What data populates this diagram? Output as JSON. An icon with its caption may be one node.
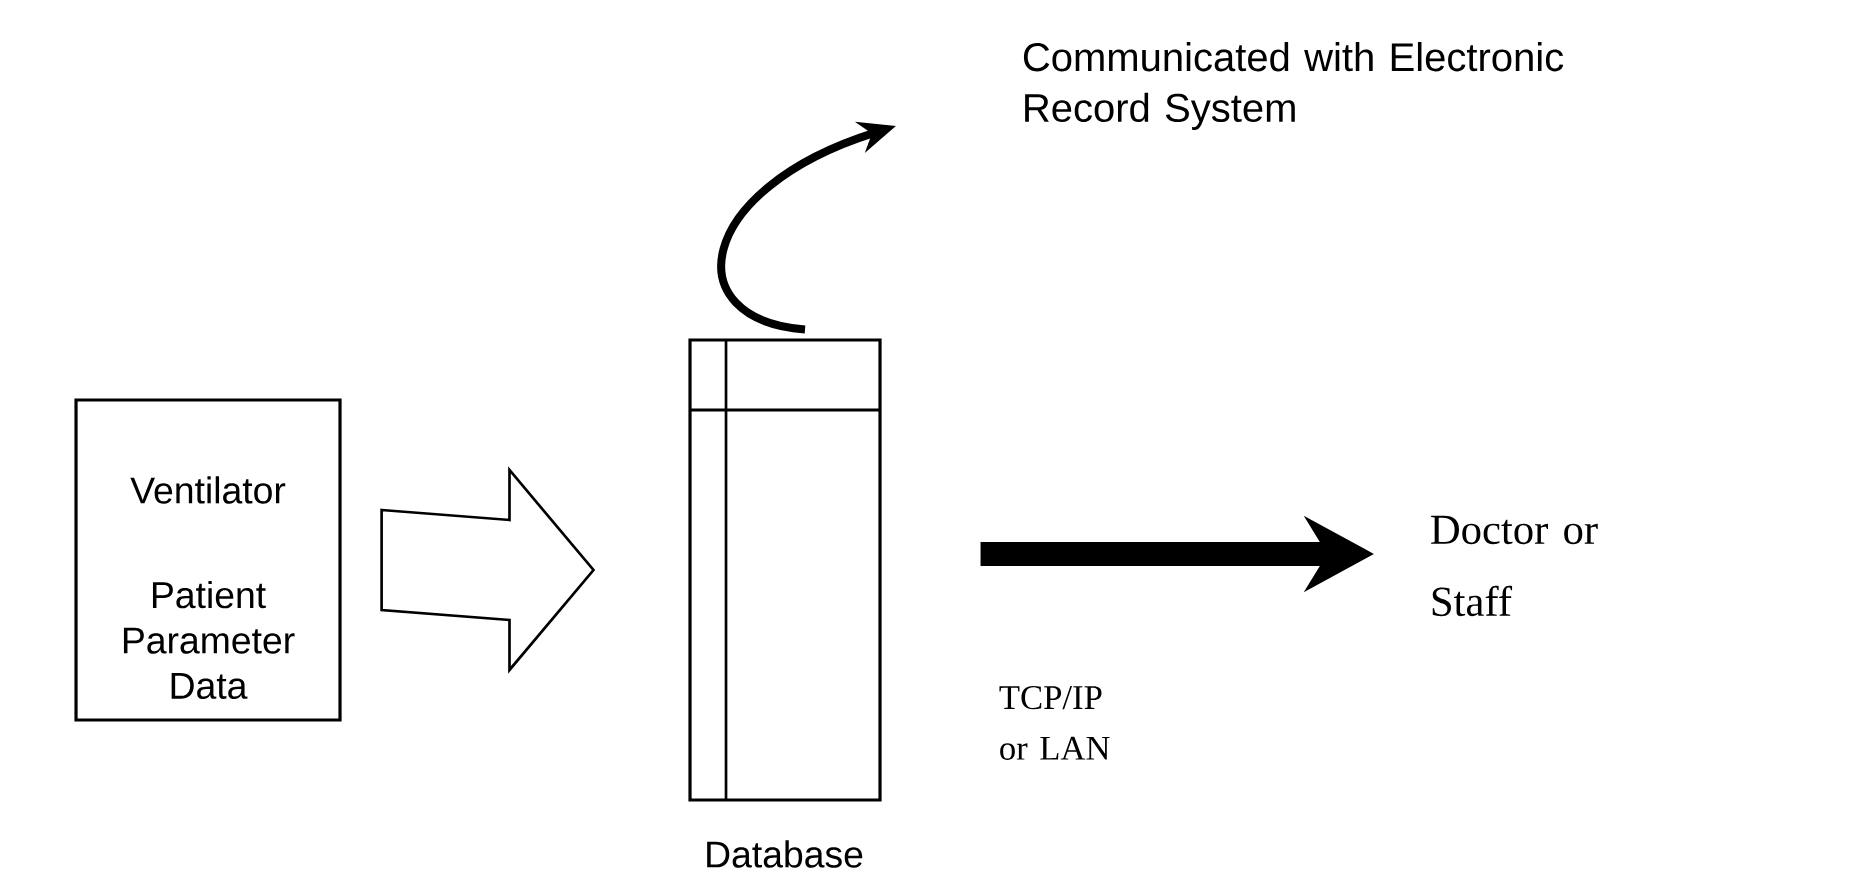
{
  "diagram": {
    "nodes": [
      {
        "text": [
          "Ventilator",
          "Patient Parameter Data"
        ]
      },
      {
        "text": [
          "Database"
        ]
      },
      {
        "text": [
          "Communicated with Electronic Record System"
        ]
      },
      {
        "text": [
          "Doctor or Staff"
        ]
      }
    ],
    "edges": [
      {
        "from": 0,
        "to": 1,
        "arrow": "to"
      },
      {
        "from": 1,
        "to": 2,
        "arrow": "to"
      },
      {
        "from": 1,
        "to": 3,
        "arrow": "to",
        "style": "thick",
        "label": "TCP/IP or LAN"
      }
    ]
  }
}
